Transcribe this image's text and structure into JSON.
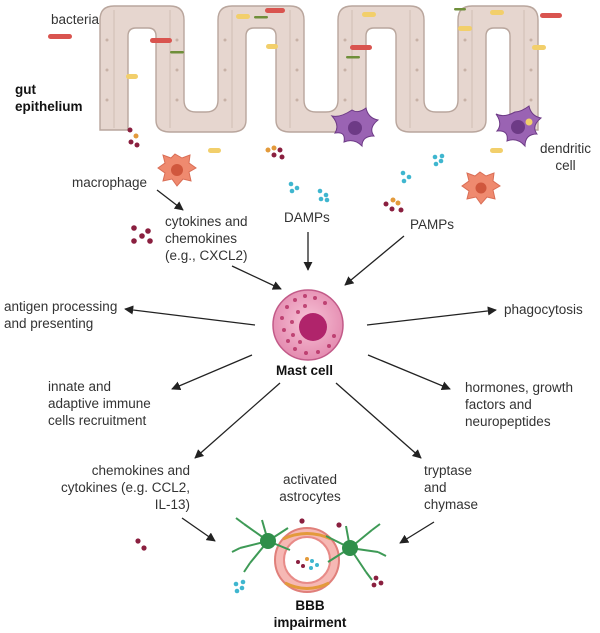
{
  "labels": {
    "bacteria": "bacteria",
    "gut_epithelium": [
      "gut",
      "epithelium"
    ],
    "dendritic_cell": [
      "dendritic",
      "cell"
    ],
    "macrophage": "macrophage",
    "cytokines_chemokines": [
      "cytokines and",
      "chemokines",
      "(e.g., CXCL2)"
    ],
    "damps": "DAMPs",
    "pamps": "PAMPs",
    "mast_cell": "Mast cell",
    "antigen": [
      "antigen processing",
      "and presenting"
    ],
    "phagocytosis": "phagocytosis",
    "innate": [
      "innate and",
      "adaptive immune",
      "cells recruitment"
    ],
    "hormones": [
      "hormones, growth",
      "factors and",
      "neuropeptides"
    ],
    "chemokines_cytokines": [
      "chemokines and",
      "cytokines (e.g. CCL2,",
      "IL-13)"
    ],
    "astrocytes": [
      "activated",
      "astrocytes"
    ],
    "tryptase": [
      "tryptase",
      "and",
      "chymase"
    ],
    "bbb": [
      "BBB",
      "impairment"
    ]
  },
  "colors": {
    "epithelium": "#e6d6cf",
    "epithelium_outline": "#b9a69d",
    "bacteria_red": "#d9544f",
    "bacteria_yellow": "#f2cf6b",
    "bacteria_green": "#6f8f3a",
    "macrophage": "#ef8a6f",
    "dendritic": "#8a4fa0",
    "mast_cell": "#d97aa6",
    "mast_nucleus": "#b0246b",
    "astrocyte": "#2f8f4a",
    "vessel": "#f2a0a0",
    "damp_dot": "#3fb6cf",
    "pamp_dot": "#8a1f3f",
    "arrow": "#222222"
  }
}
